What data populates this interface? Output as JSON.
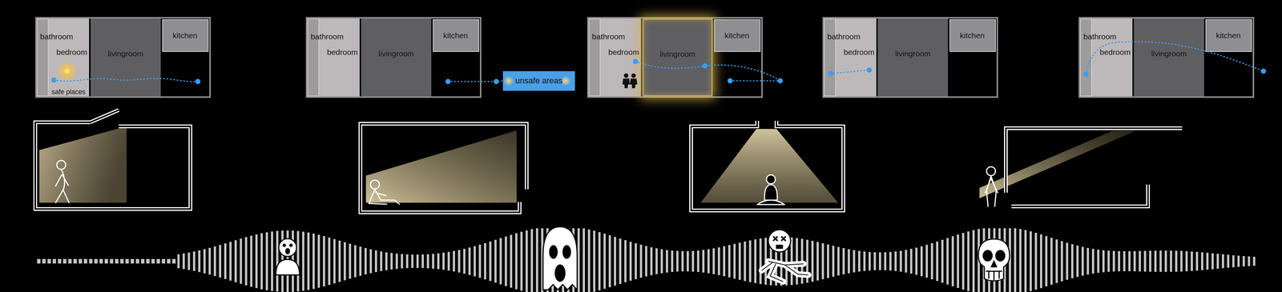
{
  "diagram": {
    "nodes": [
      {
        "text": [
          "bathroom",
          "bedroom",
          "safe places"
        ]
      },
      {
        "text": [
          "livingroom"
        ]
      },
      {
        "text": [
          "kitchen"
        ]
      },
      {
        "text": [
          "bathroom",
          "bedroom"
        ]
      },
      {
        "text": [
          "livingroom"
        ]
      },
      {
        "text": [
          "kitchen"
        ]
      },
      {
        "text": [
          "unsafe areas"
        ]
      },
      {
        "text": [
          "bathroom",
          "bedroom"
        ]
      },
      {
        "text": [
          "livingroom"
        ]
      },
      {
        "text": [
          "kitchen"
        ]
      },
      {
        "text": [
          "bathroom",
          "bedroom"
        ]
      },
      {
        "text": [
          "livingroom"
        ]
      },
      {
        "text": [
          "kitchen"
        ]
      },
      {
        "text": [
          "bathroom",
          "bedroom"
        ]
      },
      {
        "text": [
          "livingroom"
        ]
      },
      {
        "text": [
          "kitchen"
        ]
      }
    ]
  }
}
